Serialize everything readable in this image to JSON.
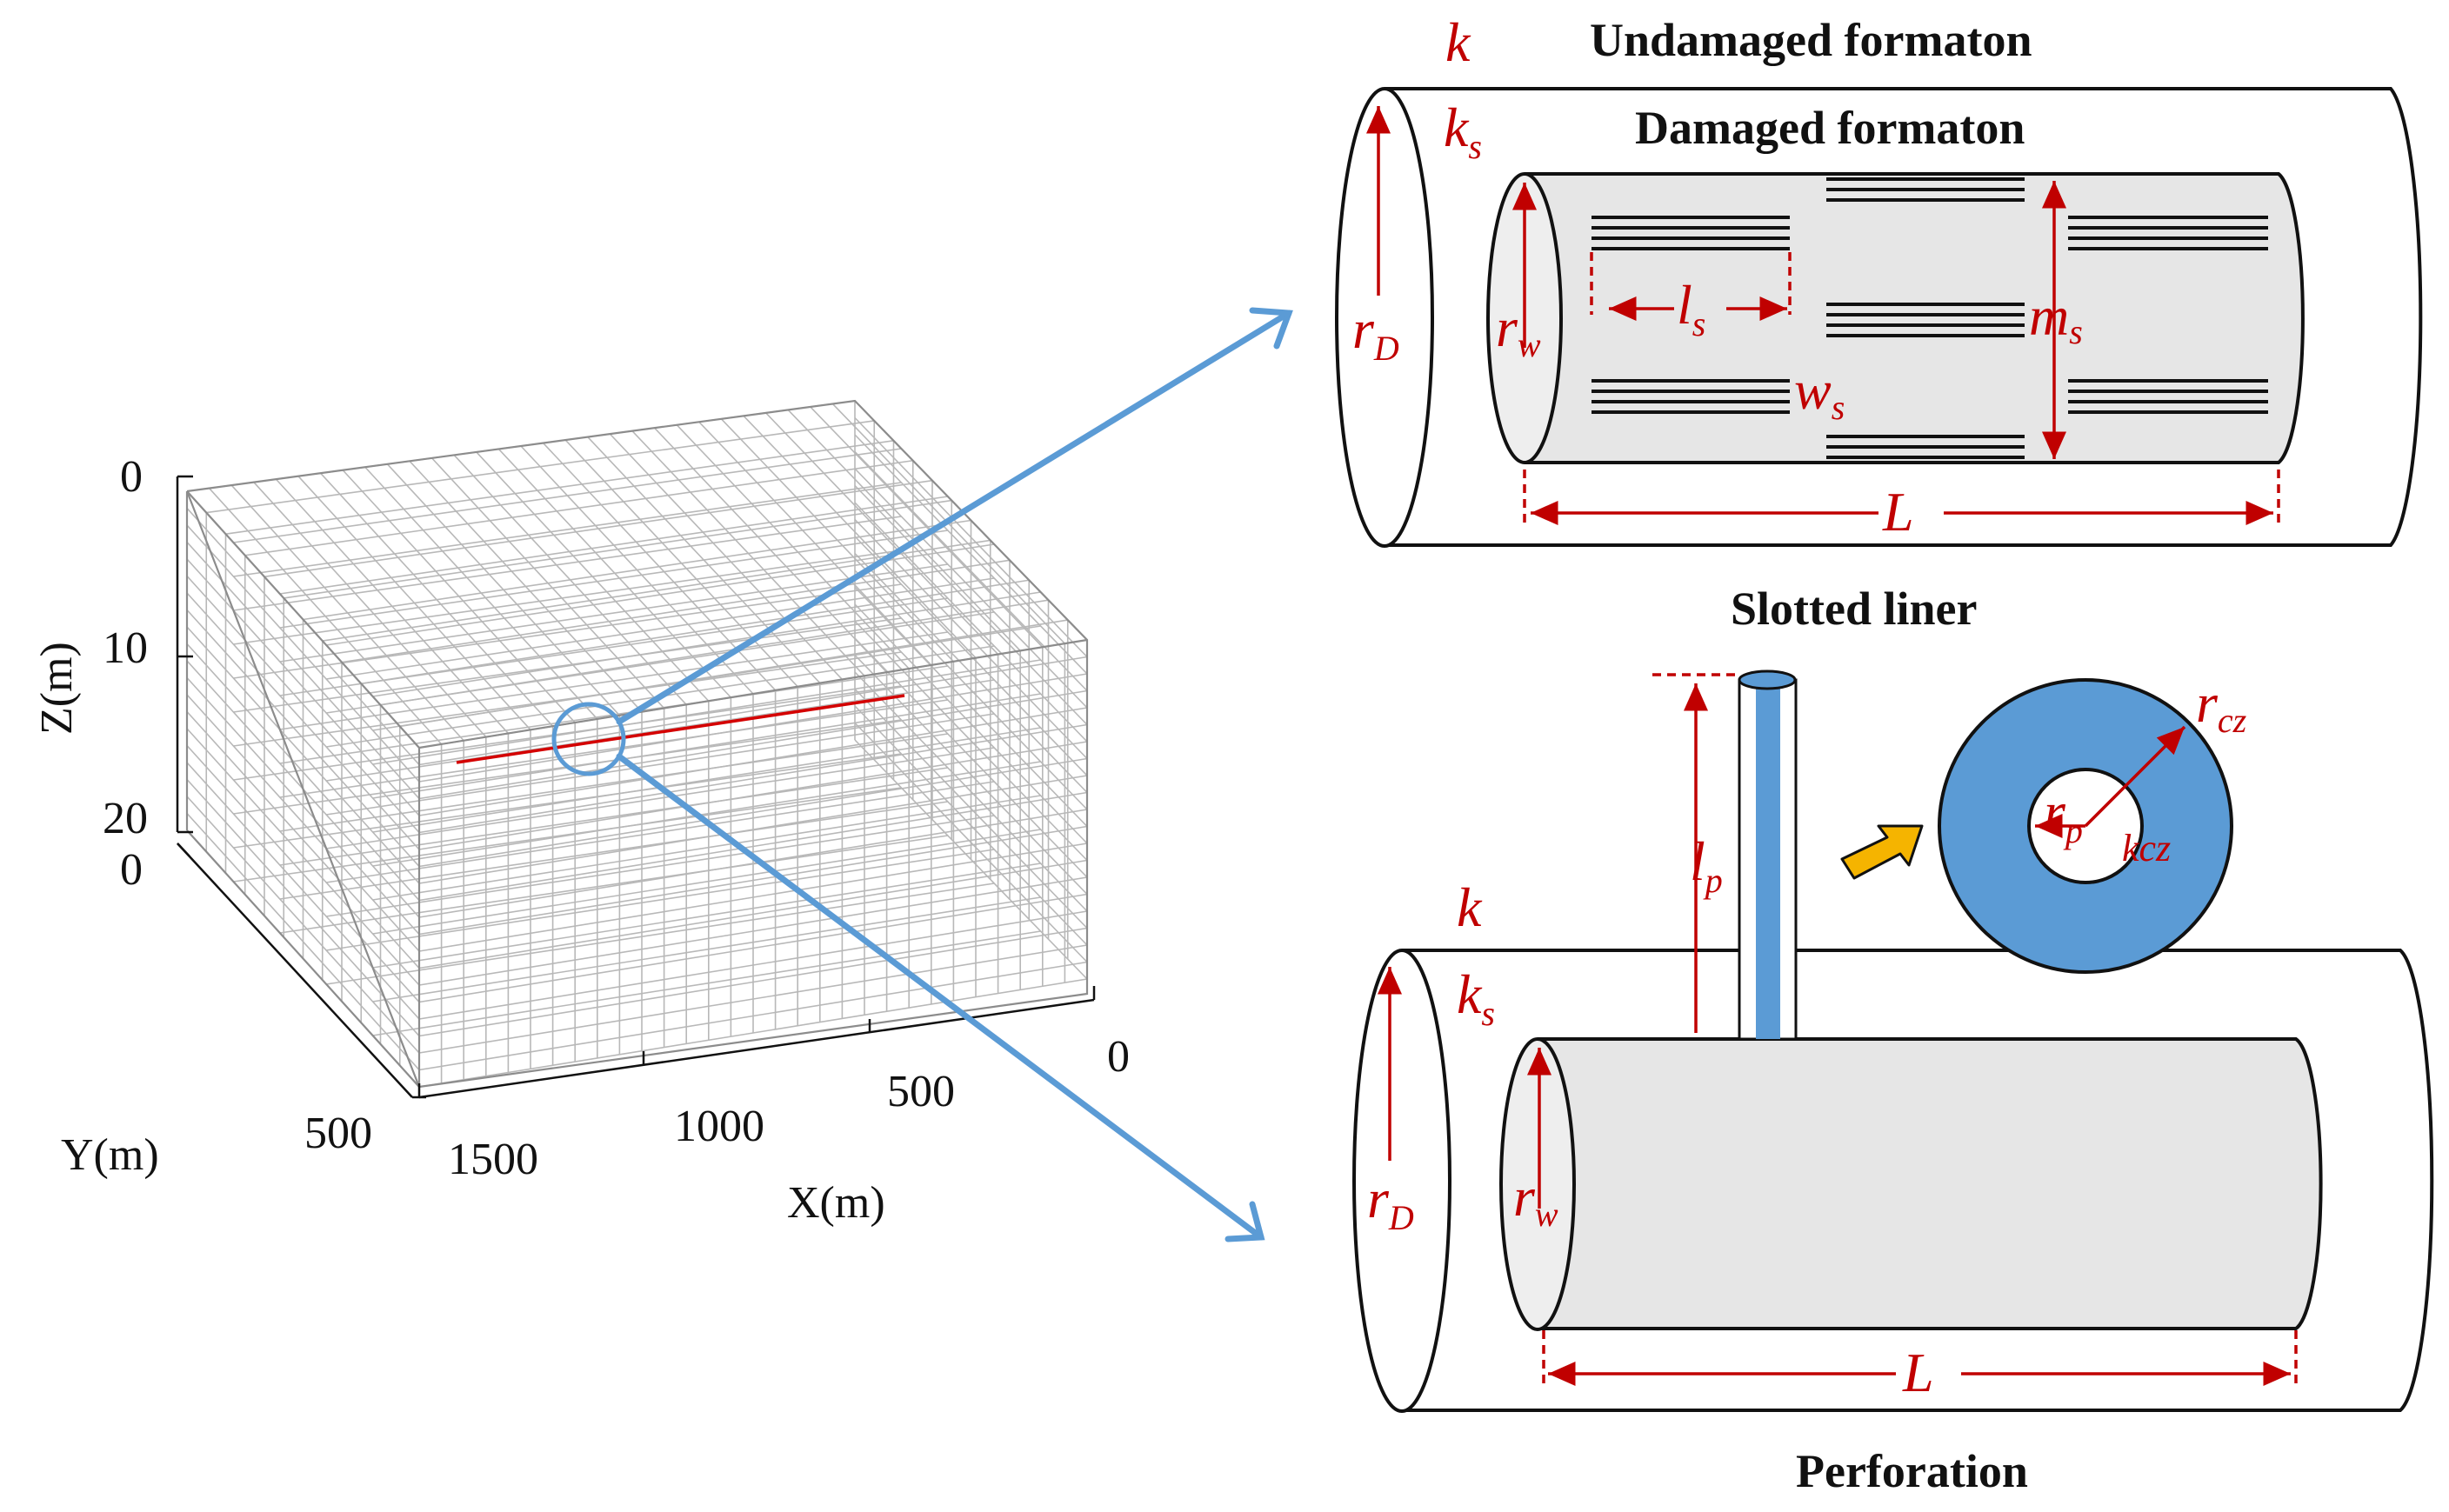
{
  "reservoir": {
    "z_axis_label": "Z(m)",
    "y_axis_label": "Y(m)",
    "x_axis_label": "X(m)",
    "z_ticks": [
      "0",
      "10",
      "20"
    ],
    "y_ticks": [
      "0",
      "500"
    ],
    "x_ticks": [
      "0",
      "500",
      "1000",
      "1500"
    ]
  },
  "slotted": {
    "k": "k",
    "ks": "k",
    "ks_sub": "s",
    "undamaged_label": "Undamaged formaton",
    "damaged_label": "Damaged formaton",
    "rD": "r",
    "rD_sub": "D",
    "rw": "r",
    "rw_sub": "w",
    "ls": "l",
    "ls_sub": "s",
    "ms": "m",
    "ms_sub": "s",
    "ws": "w",
    "ws_sub": "s",
    "L": "L",
    "caption": "Slotted liner"
  },
  "perforation": {
    "k": "k",
    "ks": "k",
    "ks_sub": "s",
    "rD": "r",
    "rD_sub": "D",
    "rw": "r",
    "rw_sub": "w",
    "lp": "l",
    "lp_sub": "p",
    "rcz": "r",
    "rcz_sub": "cz",
    "rp": "r",
    "rp_sub": "p",
    "kcz": "kcz",
    "L": "L",
    "caption": "Perforation"
  },
  "colors": {
    "red": "#c00000",
    "blue": "#5b9bd5",
    "cylinder_fill": "#e6e6e6",
    "arrow_orange": "#f5b400"
  }
}
